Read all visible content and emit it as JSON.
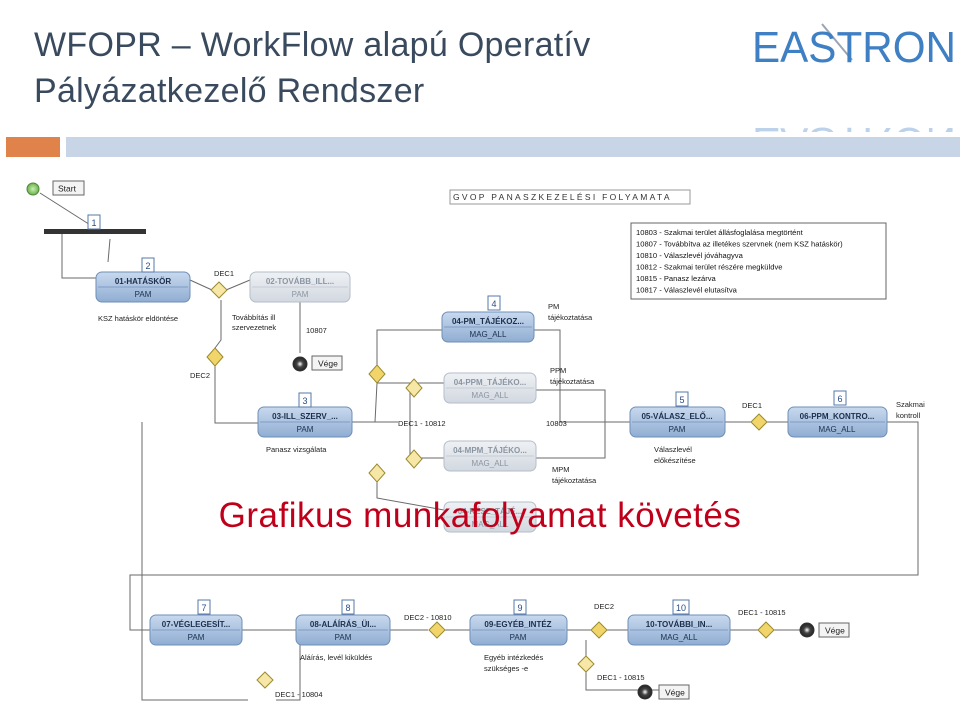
{
  "header": {
    "title_line1": "WFOPR – WorkFlow alapú Operatív",
    "title_line2": "Pályázatkezelő Rendszer",
    "logo_text": "EASTRON",
    "logo_reflection": "EASTRON"
  },
  "colors": {
    "title": "#3a4a5e",
    "logo": "#3f7fc4",
    "orange_bar": "#e0834a",
    "blue_bar": "#c8d5e7",
    "overlay_text": "#c0001a",
    "node_active": "#9fb8d8",
    "node_inactive": "#d7dde4",
    "decision": "#f2d56a"
  },
  "workflow": {
    "heading": "GVOP PANASZKEZELÉSI FOLYAMATA",
    "start": "Start",
    "legend": [
      "10803 - Szakmai terület állásfoglalása megtörtént",
      "10807 - Továbbítva az illetékes szervnek (nem KSZ hatáskör)",
      "10810 - Válaszlevél jóváhagyva",
      "10812 - Szakmai terület részére megküldve",
      "10815 - Panasz lezárva",
      "10817 - Válaszlevél elutasítva"
    ],
    "nums": [
      "1",
      "2",
      "3",
      "4",
      "5",
      "6",
      "7",
      "8",
      "9",
      "10"
    ],
    "nodes": {
      "n01": {
        "title": "01-HATÁSKÖR",
        "role": "PAM",
        "note": "KSZ hatáskör eldöntése"
      },
      "n02": {
        "title": "02-TOVÁBB_ILL...",
        "role": "PAM"
      },
      "n03": {
        "title": "03-ILL_SZERV_...",
        "role": "PAM",
        "note": "Panasz vizsgálata"
      },
      "n04": {
        "title": "04-PM_TÁJÉKOZ...",
        "role": "MAG_ALL"
      },
      "n04ppm": {
        "title": "04-PPM_TÁJÉKO...",
        "role": "MAG_ALL"
      },
      "n04mpm": {
        "title": "04-MPM_TÁJÉKO...",
        "role": "MAG_ALL"
      },
      "n04x": {
        "title": "04-RÉSZ_TÁJÉ...",
        "role": "MAG_ALL"
      },
      "n05": {
        "title": "05-VÁLASZ_ELŐ...",
        "role": "PAM",
        "note1": "Válaszlevél",
        "note2": "előkészítése"
      },
      "n06": {
        "title": "06-PPM_KONTRO...",
        "role": "MAG_ALL"
      },
      "n07": {
        "title": "07-VÉGLEGESÍT...",
        "role": "PAM"
      },
      "n08": {
        "title": "08-ALÁÍRÁS_ÜI...",
        "role": "PAM",
        "note": "Aláírás, levél kiküldés"
      },
      "n09": {
        "title": "09-EGYÉB_INTÉZ",
        "role": "PAM",
        "note1": "Egyéb intézkedés",
        "note2": "szükséges -e"
      },
      "n10": {
        "title": "10-TOVÁBBI_IN...",
        "role": "MAG_ALL"
      }
    },
    "labels": {
      "dec1_top": "DEC1",
      "tovabbitas1": "Továbbítás ill",
      "tovabbitas2": "szervezetnek",
      "code10807": "10807",
      "vege1": "Vége",
      "dec2_left": "DEC2",
      "pm1": "PM",
      "pm2": "tájékoztatása",
      "ppm1": "PPM",
      "ppm2": "tájékoztatása",
      "mpm1": "MPM",
      "mpm2": "tájékoztatása",
      "dec1_10812": "DEC1 - 10812",
      "code10803": "10803",
      "dec1_mid": "DEC1",
      "szakmai1": "Szakmai",
      "szakmai2": "kontroll",
      "dec2_10810": "DEC2 - 10810",
      "dec2_bottom": "DEC2",
      "dec1_10815_right": "DEC1 - 10815",
      "vege2": "Vége",
      "dec1_10815_bottom": "DEC1 - 10815",
      "vege3": "Vége",
      "dec1_10804": "DEC1 - 10804"
    }
  },
  "overlay_caption": "Grafikus munkafolyamat követés"
}
